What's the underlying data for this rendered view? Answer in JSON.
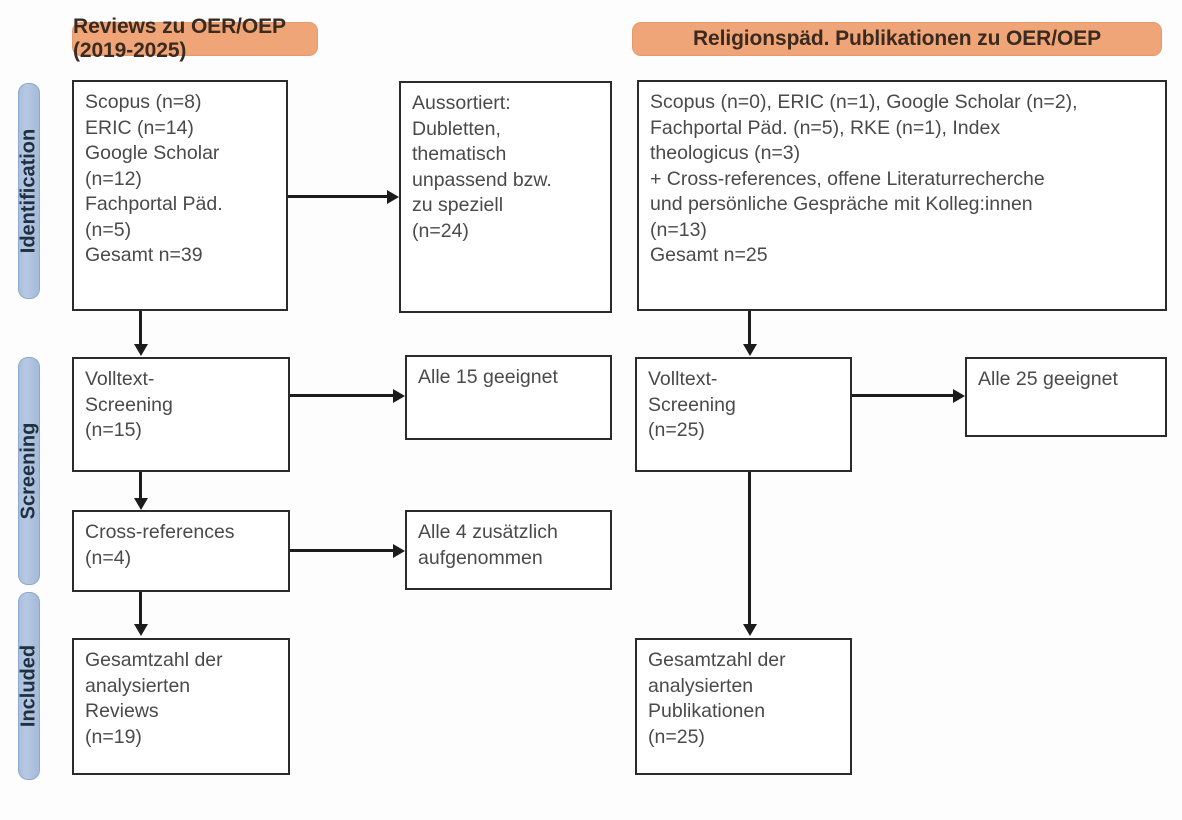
{
  "columns": {
    "left_header": "Reviews zu OER/OEP (2019-2025)",
    "right_header": "Religionspäd. Publikationen zu OER/OEP"
  },
  "stages": [
    {
      "label": "Identification"
    },
    {
      "label": "Screening"
    },
    {
      "label": "Included"
    }
  ],
  "left_column": {
    "identification_sources": {
      "lines": [
        "Scopus (n=8)",
        "ERIC (n=14)",
        "Google Scholar",
        "(n=12)",
        "Fachportal Päd.",
        "(n=5)",
        "Gesamt n=39"
      ]
    },
    "excluded": {
      "lines": [
        "Aussortiert:",
        "Dubletten,",
        "thematisch",
        "unpassend bzw.",
        "zu speziell",
        "(n=24)"
      ]
    },
    "fulltext_screening": {
      "lines": [
        "Volltext-",
        "Screening",
        "(n=15)"
      ]
    },
    "all_eligible": {
      "lines": [
        "Alle 15 geeignet"
      ]
    },
    "cross_references": {
      "lines": [
        "Cross-references",
        "(n=4)"
      ]
    },
    "all_added": {
      "lines": [
        "Alle 4 zusätzlich",
        "aufgenommen"
      ]
    },
    "included_total": {
      "lines": [
        "Gesamtzahl der",
        "analysierten",
        "Reviews",
        "(n=19)"
      ]
    }
  },
  "right_column": {
    "identification_sources": {
      "lines": [
        "Scopus (n=0), ERIC (n=1), Google Scholar (n=2),",
        "Fachportal Päd. (n=5), RKE (n=1), Index",
        "theologicus (n=3)",
        "+ Cross-references, offene Literaturrecherche",
        "und persönliche Gespräche mit Kolleg:innen",
        "(n=13)",
        "Gesamt n=25"
      ]
    },
    "fulltext_screening": {
      "lines": [
        "Volltext-",
        "Screening",
        "(n=25)"
      ]
    },
    "all_eligible": {
      "lines": [
        "Alle 25 geeignet"
      ]
    },
    "included_total": {
      "lines": [
        "Gesamtzahl der",
        "analysierten",
        "Publikationen",
        "(n=25)"
      ]
    }
  },
  "colors": {
    "header_orange": "#efa577",
    "stage_blue": "#a8bedd",
    "box_border": "#2b2b2b",
    "text_gray": "#4a4a4a",
    "connector": "#1c1c1c"
  }
}
